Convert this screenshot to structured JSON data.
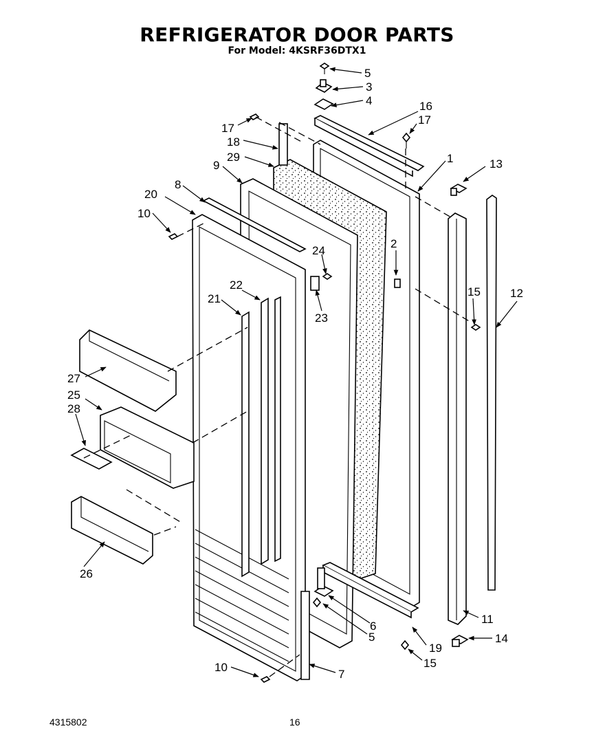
{
  "header": {
    "title": "REFRIGERATOR DOOR PARTS",
    "subtitle": "For Model: 4KSRF36DTX1"
  },
  "footer": {
    "part_number": "4315802",
    "page_number": "16"
  },
  "callouts": {
    "c1": "1",
    "c2": "2",
    "c3": "3",
    "c4": "4",
    "c5_top": "5",
    "c5_bottom": "5",
    "c6": "6",
    "c7": "7",
    "c8": "8",
    "c9": "9",
    "c10_top": "10",
    "c10_bottom": "10",
    "c11": "11",
    "c12": "12",
    "c13": "13",
    "c14": "14",
    "c15_top": "15",
    "c15_bottom": "15",
    "c16": "16",
    "c17_left": "17",
    "c17_right": "17",
    "c18": "18",
    "c19": "19",
    "c20": "20",
    "c21": "21",
    "c22": "22",
    "c23": "23",
    "c24": "24",
    "c25": "25",
    "c26": "26",
    "c27": "27",
    "c28": "28",
    "c29": "29"
  },
  "colors": {
    "ink": "#000000",
    "paper": "#ffffff"
  }
}
